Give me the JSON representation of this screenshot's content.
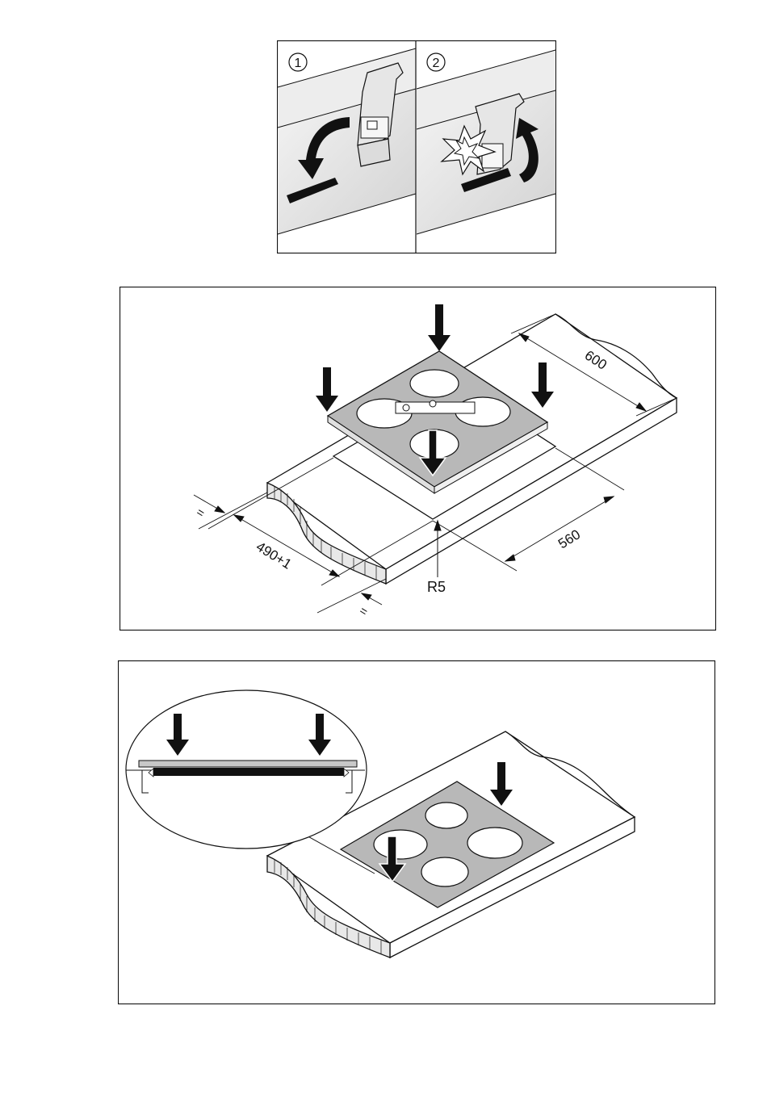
{
  "clip_steps": {
    "step1_label": "1",
    "step2_label": "2"
  },
  "cutout": {
    "dim_depth": "600",
    "dim_width": "560",
    "dim_cut_depth": "490+1",
    "corner_radius": "R5",
    "equal_mark": "="
  },
  "colors": {
    "hob_fill": "#b8b8b8",
    "line": "#111111",
    "shade": "#d9d9d9"
  }
}
